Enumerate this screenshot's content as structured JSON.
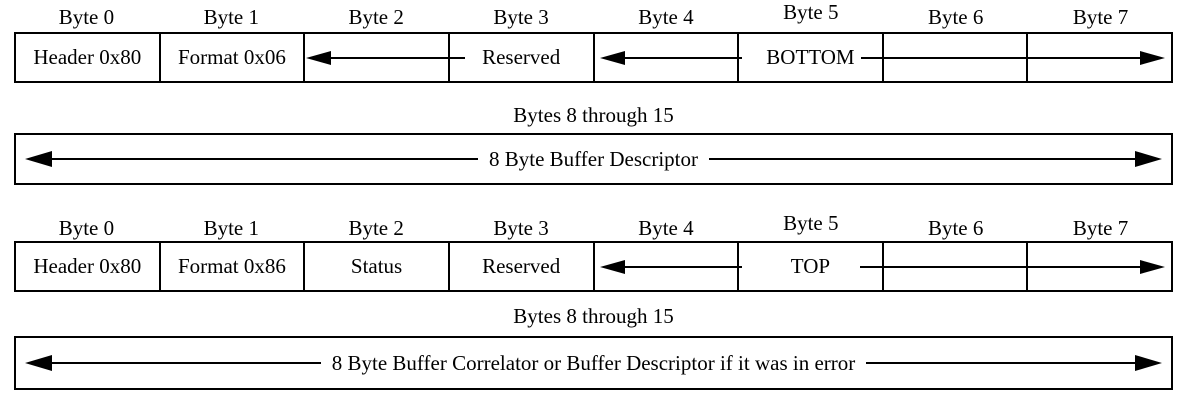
{
  "colors": {
    "line": "#000000",
    "background": "#ffffff"
  },
  "frame1": {
    "byte_headers": [
      "Byte 0",
      "Byte 1",
      "Byte 2",
      "Byte 3",
      "Byte 4",
      "Byte 5",
      "Byte 6",
      "Byte 7"
    ],
    "cells": {
      "byte0": "Header 0x80",
      "byte1": "Format 0x06",
      "byte3": "Reserved",
      "byte5": "BOTTOM"
    },
    "range_label": "Bytes 8 through 15",
    "descriptor_text": "8 Byte Buffer Descriptor"
  },
  "frame2": {
    "byte_headers": [
      "Byte 0",
      "Byte 1",
      "Byte 2",
      "Byte 3",
      "Byte 4",
      "Byte 5",
      "Byte 6",
      "Byte 7"
    ],
    "cells": {
      "byte0": "Header 0x80",
      "byte1": "Format 0x86",
      "byte2": "Status",
      "byte3": "Reserved",
      "byte5": "TOP"
    },
    "range_label": "Bytes 8 through 15",
    "descriptor_text": "8 Byte Buffer Correlator or Buffer Descriptor if it was in error"
  }
}
